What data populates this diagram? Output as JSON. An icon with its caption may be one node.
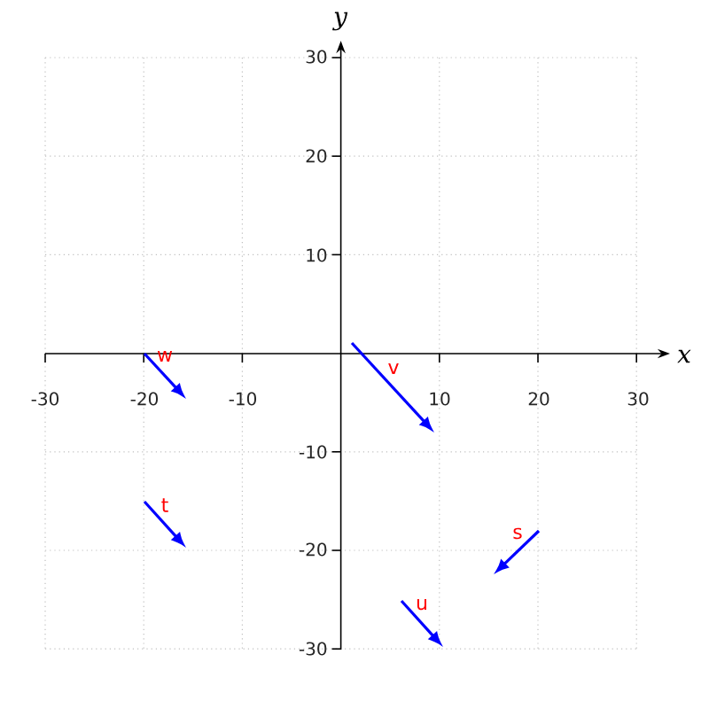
{
  "diagram": {
    "labels": [
      "y",
      "30",
      "20",
      "10",
      "x",
      "-30",
      "-20",
      "-10",
      "10",
      "20",
      "30",
      "w",
      "v",
      "-10",
      "t",
      "s",
      "-20",
      "u",
      "-30"
    ]
  }
}
